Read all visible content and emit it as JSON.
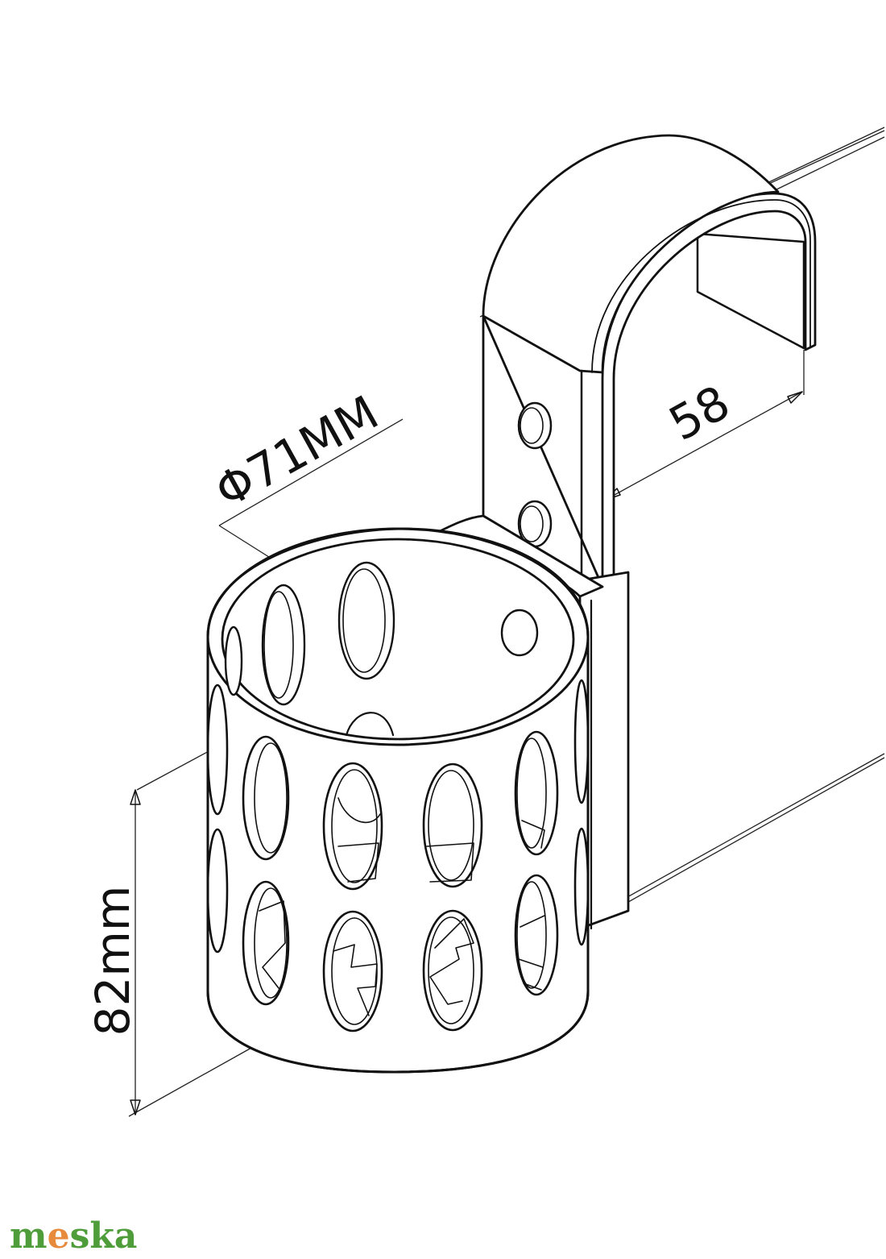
{
  "dimensions": {
    "diameter": "Φ71MM",
    "depth": "58",
    "height": "82mm"
  },
  "watermark": {
    "text": "meska",
    "part_m": "m",
    "part_e": "e",
    "part_ska": "ska",
    "color_main": "#4f9d3a",
    "color_accent": "#e88a3c"
  }
}
